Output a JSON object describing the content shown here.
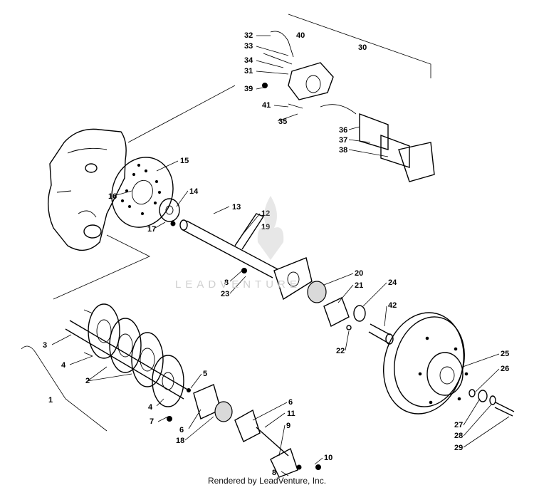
{
  "diagram": {
    "watermark": "LEADVENTURE",
    "footer": "Rendered by LeadVenture, Inc.",
    "callouts": [
      "1",
      "2",
      "3",
      "4",
      "4",
      "5",
      "6",
      "6",
      "7",
      "8",
      "8",
      "9",
      "10",
      "11",
      "12",
      "13",
      "14",
      "15",
      "16",
      "17",
      "18",
      "19",
      "20",
      "21",
      "22",
      "23",
      "24",
      "25",
      "26",
      "27",
      "28",
      "29",
      "30",
      "31",
      "32",
      "33",
      "34",
      "35",
      "36",
      "37",
      "38",
      "39",
      "40",
      "41",
      "42"
    ]
  }
}
